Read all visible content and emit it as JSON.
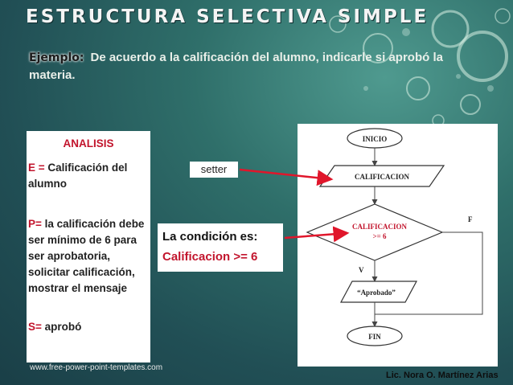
{
  "title": "ESTRUCTURA SELECTIVA SIMPLE",
  "example": {
    "label": "Ejemplo:",
    "text": "De acuerdo a la calificación del alumno, indicarle si aprobó la materia."
  },
  "analysis": {
    "heading": "ANALISIS",
    "e_key": "E =",
    "e_text": " Calificación del alumno",
    "p_key": "P=",
    "p_text": " la calificación debe ser mínimo de 6 para ser aprobatoria, solicitar calificación, mostrar el mensaje",
    "s_key": "S=",
    "s_text": " aprobó"
  },
  "setter_label": "setter",
  "condition": {
    "line1": "La condición es:",
    "line2": "Calificacion >= 6"
  },
  "flowchart": {
    "start": "INICIO",
    "input": "CALIFICACION",
    "decision_line1": "CALIFICACION",
    "decision_line2": ">= 6",
    "true_label": "V",
    "false_label": "F",
    "output": "“Aprobado”",
    "end": "FIN"
  },
  "footer_url": "www.free-power-point-templates.com",
  "author": "Lic. Nora O. Martínez Arias",
  "colors": {
    "accent_red": "#c2152d",
    "background": "#2f6f6a",
    "arrow_red": "#e0162b"
  }
}
